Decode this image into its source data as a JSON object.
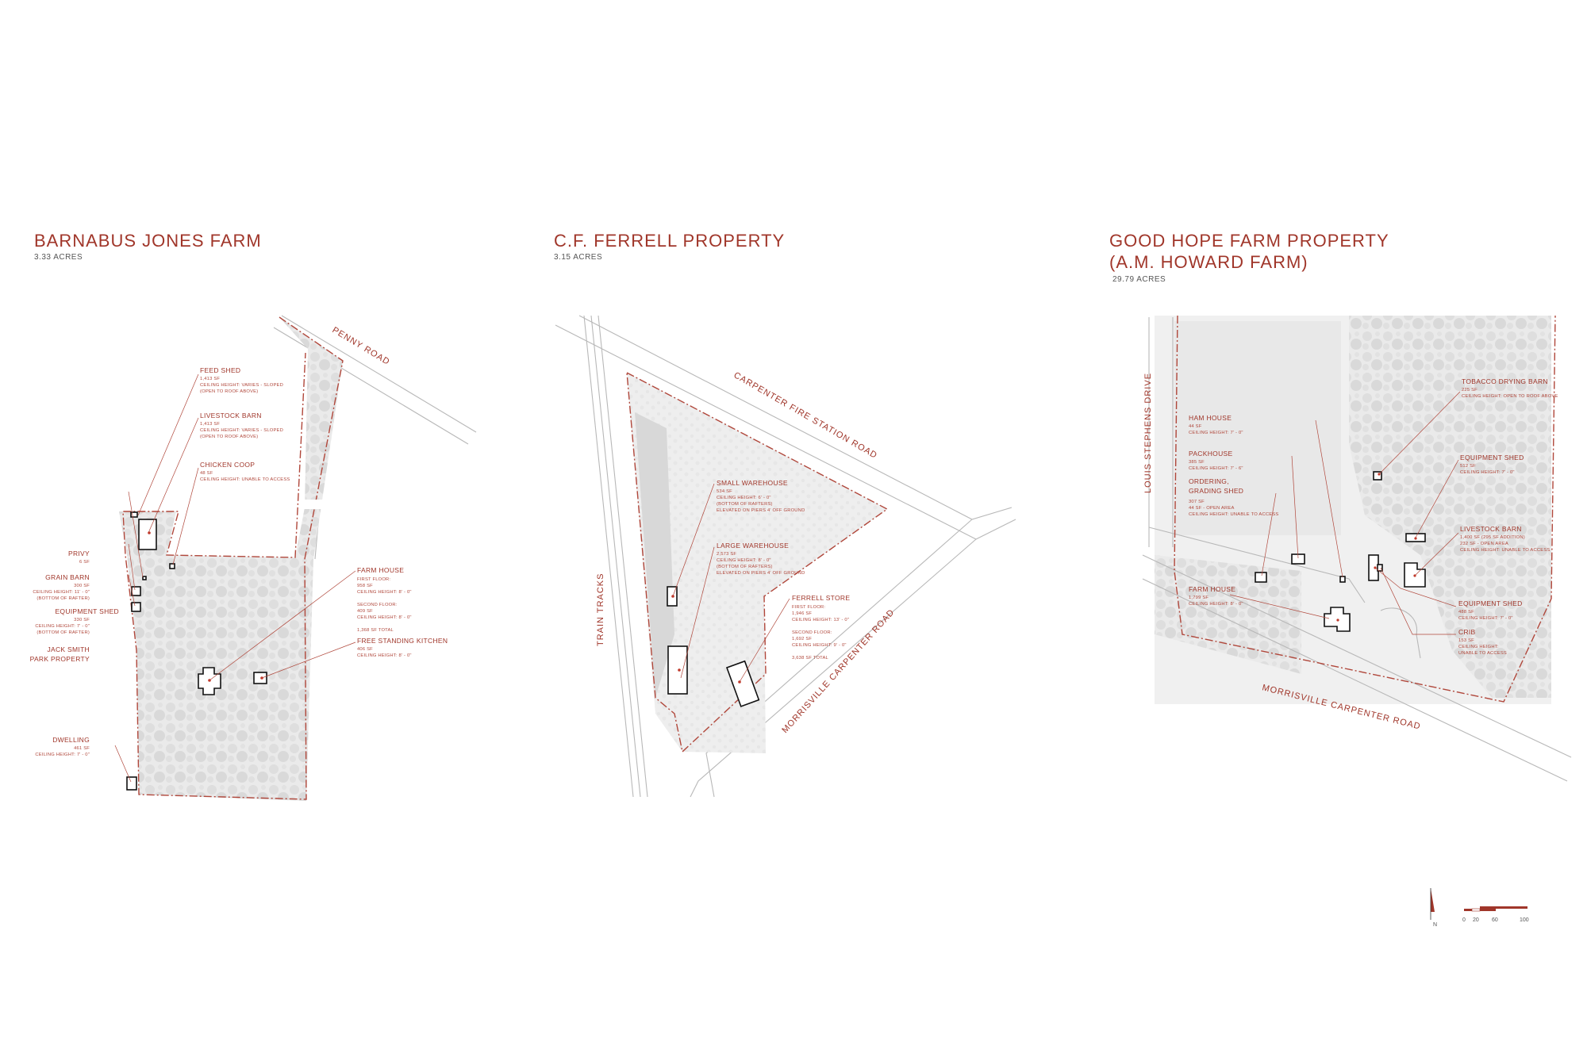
{
  "colors": {
    "accent": "#a0362a",
    "site_fill": "#ececec",
    "tree": "#d2d2d2",
    "building_outline": "#111111"
  },
  "properties": [
    {
      "title": "BARNABUS JONES FARM",
      "acreage": "3.33 ACRES",
      "roads": [
        "PENNY ROAD"
      ],
      "neighbor": [
        "JACK SMITH",
        "PARK PROPERTY"
      ],
      "buildings": [
        {
          "name": "FEED SHED",
          "details": [
            "1,413 SF",
            "CEILING HEIGHT: VARIES - SLOPED",
            "(OPEN TO ROOF ABOVE)"
          ]
        },
        {
          "name": "LIVESTOCK BARN",
          "details": [
            "1,413 SF",
            "CEILING HEIGHT: VARIES - SLOPED",
            "(OPEN TO ROOF ABOVE)"
          ]
        },
        {
          "name": "CHICKEN COOP",
          "details": [
            "48 SF",
            "CEILING HEIGHT: UNABLE TO ACCESS"
          ]
        },
        {
          "name": "PRIVY",
          "details": [
            "6 SF"
          ]
        },
        {
          "name": "GRAIN BARN",
          "details": [
            "300 SF",
            "CEILING HEIGHT: 11' - 0\"",
            "(BOTTOM OF RAFTER)"
          ]
        },
        {
          "name": "EQUIPMENT SHED",
          "details": [
            "330 SF",
            "CEILING HEIGHT: 7' - 0\"",
            "(BOTTOM OF RAFTER)"
          ]
        },
        {
          "name": "FARM HOUSE",
          "details": [
            "FIRST FLOOR:",
            "958 SF",
            "CEILING HEIGHT: 8' - 0\"",
            "",
            "SECOND FLOOR:",
            "409 SF",
            "CEILING HEIGHT: 8' - 0\"",
            "",
            "1,368 SF TOTAL"
          ]
        },
        {
          "name": "FREE STANDING KITCHEN",
          "details": [
            "406 SF",
            "CEILING HEIGHT: 8' - 0\""
          ]
        },
        {
          "name": "DWELLING",
          "details": [
            "461 SF",
            "CEILING HEIGHT: 7' - 0\""
          ]
        }
      ]
    },
    {
      "title": "C.F. FERRELL PROPERTY",
      "acreage": "3.15 ACRES",
      "roads": [
        "CARPENTER FIRE STATION ROAD",
        "MORRISVILLE CARPENTER ROAD",
        "TRAIN TRACKS"
      ],
      "buildings": [
        {
          "name": "SMALL WAREHOUSE",
          "details": [
            "534 SF",
            "CEILING HEIGHT: 6' - 0\"",
            "(BOTTOM OF RAFTERS)",
            "ELEVATED ON PIERS 4' OFF GROUND"
          ]
        },
        {
          "name": "LARGE WAREHOUSE",
          "details": [
            "2,573 SF",
            "CEILING HEIGHT: 8' - 0\"",
            "(BOTTOM OF RAFTERS)",
            "ELEVATED ON PIERS 4' OFF GROUND"
          ]
        },
        {
          "name": "FERRELL STORE",
          "details": [
            "FIRST FLOOR:",
            "1,946 SF",
            "CEILING HEIGHT: 13' - 0\"",
            "",
            "SECOND FLOOR:",
            "1,692 SF",
            "CEILING HEIGHT: 9' - 0\"",
            "",
            "3,638 SF TOTAL"
          ]
        }
      ]
    },
    {
      "title": "GOOD HOPE FARM PROPERTY",
      "title2": "(A.M. HOWARD FARM)",
      "acreage": "29.79 ACRES",
      "roads": [
        "LOUIS STEPHENS DRIVE",
        "MORRISVILLE CARPENTER ROAD"
      ],
      "buildings": [
        {
          "name": "TOBACCO DRYING BARN",
          "details": [
            "225 SF",
            "CEILING HEIGHT: OPEN TO ROOF ABOVE"
          ]
        },
        {
          "name": "HAM HOUSE",
          "details": [
            "44 SF",
            "CEILING HEIGHT: 7' - 0\""
          ]
        },
        {
          "name": "PACKHOUSE",
          "details": [
            "385 SF",
            "CEILING HEIGHT: 7' - 6\""
          ]
        },
        {
          "name": "ORDERING,",
          "name2": "GRADING SHED",
          "details": [
            "307 SF",
            "44 SF - OPEN AREA",
            "CEILING HEIGHT: UNABLE TO ACCESS"
          ]
        },
        {
          "name": "EQUIPMENT SHED",
          "details": [
            "512 SF",
            "CEILING HEIGHT: 7' - 0\""
          ]
        },
        {
          "name": "LIVESTOCK BARN",
          "details": [
            "1,400 SF (295 SF ADDITION)",
            "232 SF - OPEN AREA",
            "CEILING HEIGHT: UNABLE TO ACCESS"
          ]
        },
        {
          "name": "FARM HOUSE",
          "details": [
            "1,799 SF",
            "CEILING HEIGHT: 8' - 0\""
          ]
        },
        {
          "name": "EQUIPMENT SHED",
          "details": [
            "488 SF",
            "CEILING HEIGHT: 7' - 0\""
          ]
        },
        {
          "name": "CRIB",
          "details": [
            "153 SF",
            "CEILING HEIGHT:",
            "UNABLE TO ACCESS"
          ]
        }
      ]
    }
  ],
  "north_arrow": {
    "label": "N",
    "icon": "north-arrow-icon"
  },
  "scale_bar": {
    "ticks": [
      "0",
      "20",
      "60",
      "100"
    ]
  }
}
